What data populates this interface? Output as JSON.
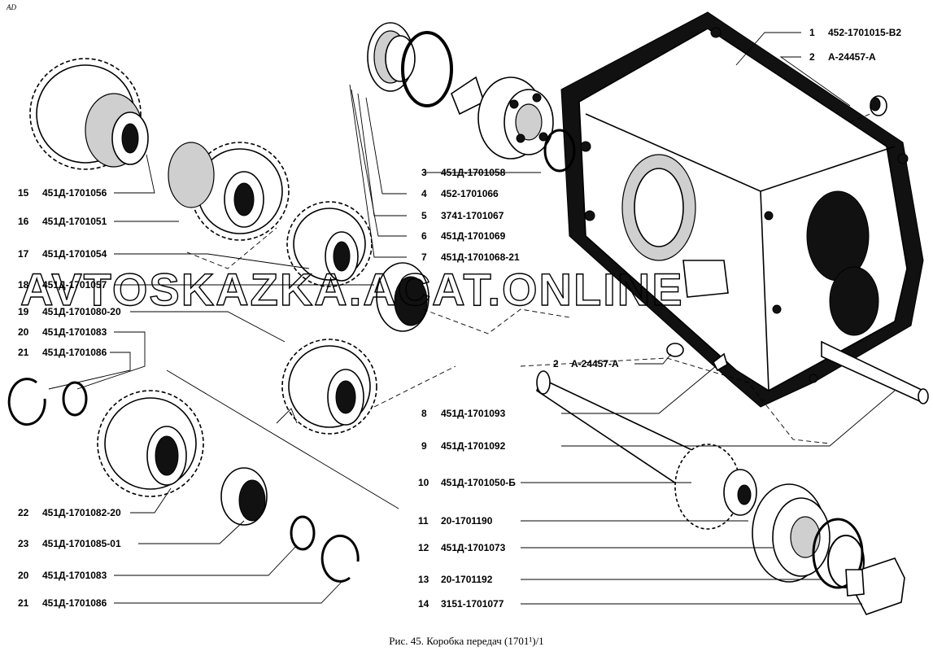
{
  "corner_mark": "AD",
  "caption": "Рис. 45. Коробка передач (1701¹)/1",
  "watermark": "AVTOSKAZKA.ACAT.ONLINE",
  "callouts": [
    {
      "num": "1",
      "code": "452-1701015-В2"
    },
    {
      "num": "2",
      "code": "А-24457-А"
    },
    {
      "num": "3",
      "code": "451Д-1701058"
    },
    {
      "num": "4",
      "code": "452-1701066"
    },
    {
      "num": "5",
      "code": "3741-1701067"
    },
    {
      "num": "6",
      "code": "451Д-1701069"
    },
    {
      "num": "7",
      "code": "451Д-1701068-21"
    },
    {
      "num": "2",
      "code": "А-24457-А"
    },
    {
      "num": "8",
      "code": "451Д-1701093"
    },
    {
      "num": "9",
      "code": "451Д-1701092"
    },
    {
      "num": "10",
      "code": "451Д-1701050-Б"
    },
    {
      "num": "11",
      "code": "20-1701190"
    },
    {
      "num": "12",
      "code": "451Д-1701073"
    },
    {
      "num": "13",
      "code": "20-1701192"
    },
    {
      "num": "14",
      "code": "3151-1701077"
    },
    {
      "num": "15",
      "code": "451Д-1701056"
    },
    {
      "num": "16",
      "code": "451Д-1701051"
    },
    {
      "num": "17",
      "code": "451Д-1701054"
    },
    {
      "num": "18",
      "code": "451Д-1701057"
    },
    {
      "num": "19",
      "code": "451Д-1701080-20"
    },
    {
      "num": "20",
      "code": "451Д-1701083"
    },
    {
      "num": "21",
      "code": "451Д-1701086"
    },
    {
      "num": "22",
      "code": "451Д-1701082-20"
    },
    {
      "num": "23",
      "code": "451Д-1701085-01"
    },
    {
      "num": "20",
      "code": "451Д-1701083"
    },
    {
      "num": "21",
      "code": "451Д-1701086"
    }
  ]
}
